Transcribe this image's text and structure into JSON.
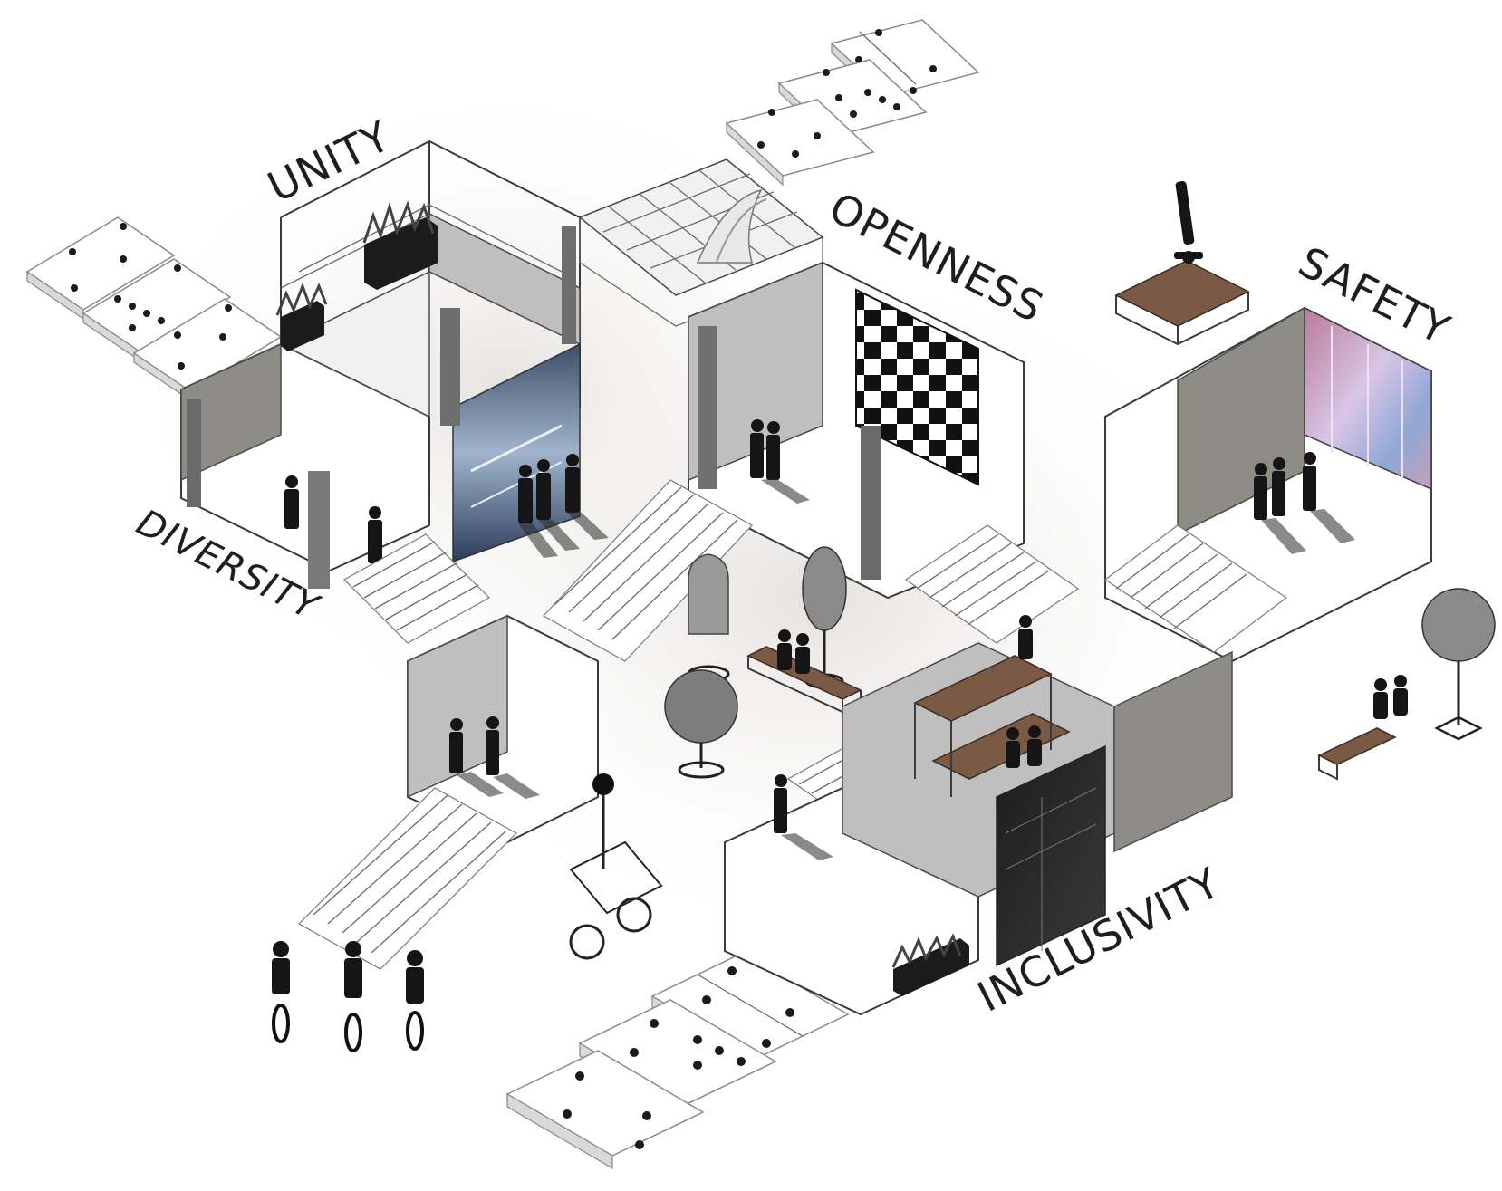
{
  "labels": {
    "unity": "UNITY",
    "openness": "OPENNESS",
    "safety": "SAFETY",
    "diversity": "DIVERSITY",
    "inclusivity": "INCLUSIVITY"
  },
  "palette": {
    "line": "#3a3a3a",
    "panel_grey": "#bfbfbf",
    "panel_dark": "#8d8d86",
    "wood": "#7b5a45",
    "figure": "#151515"
  }
}
